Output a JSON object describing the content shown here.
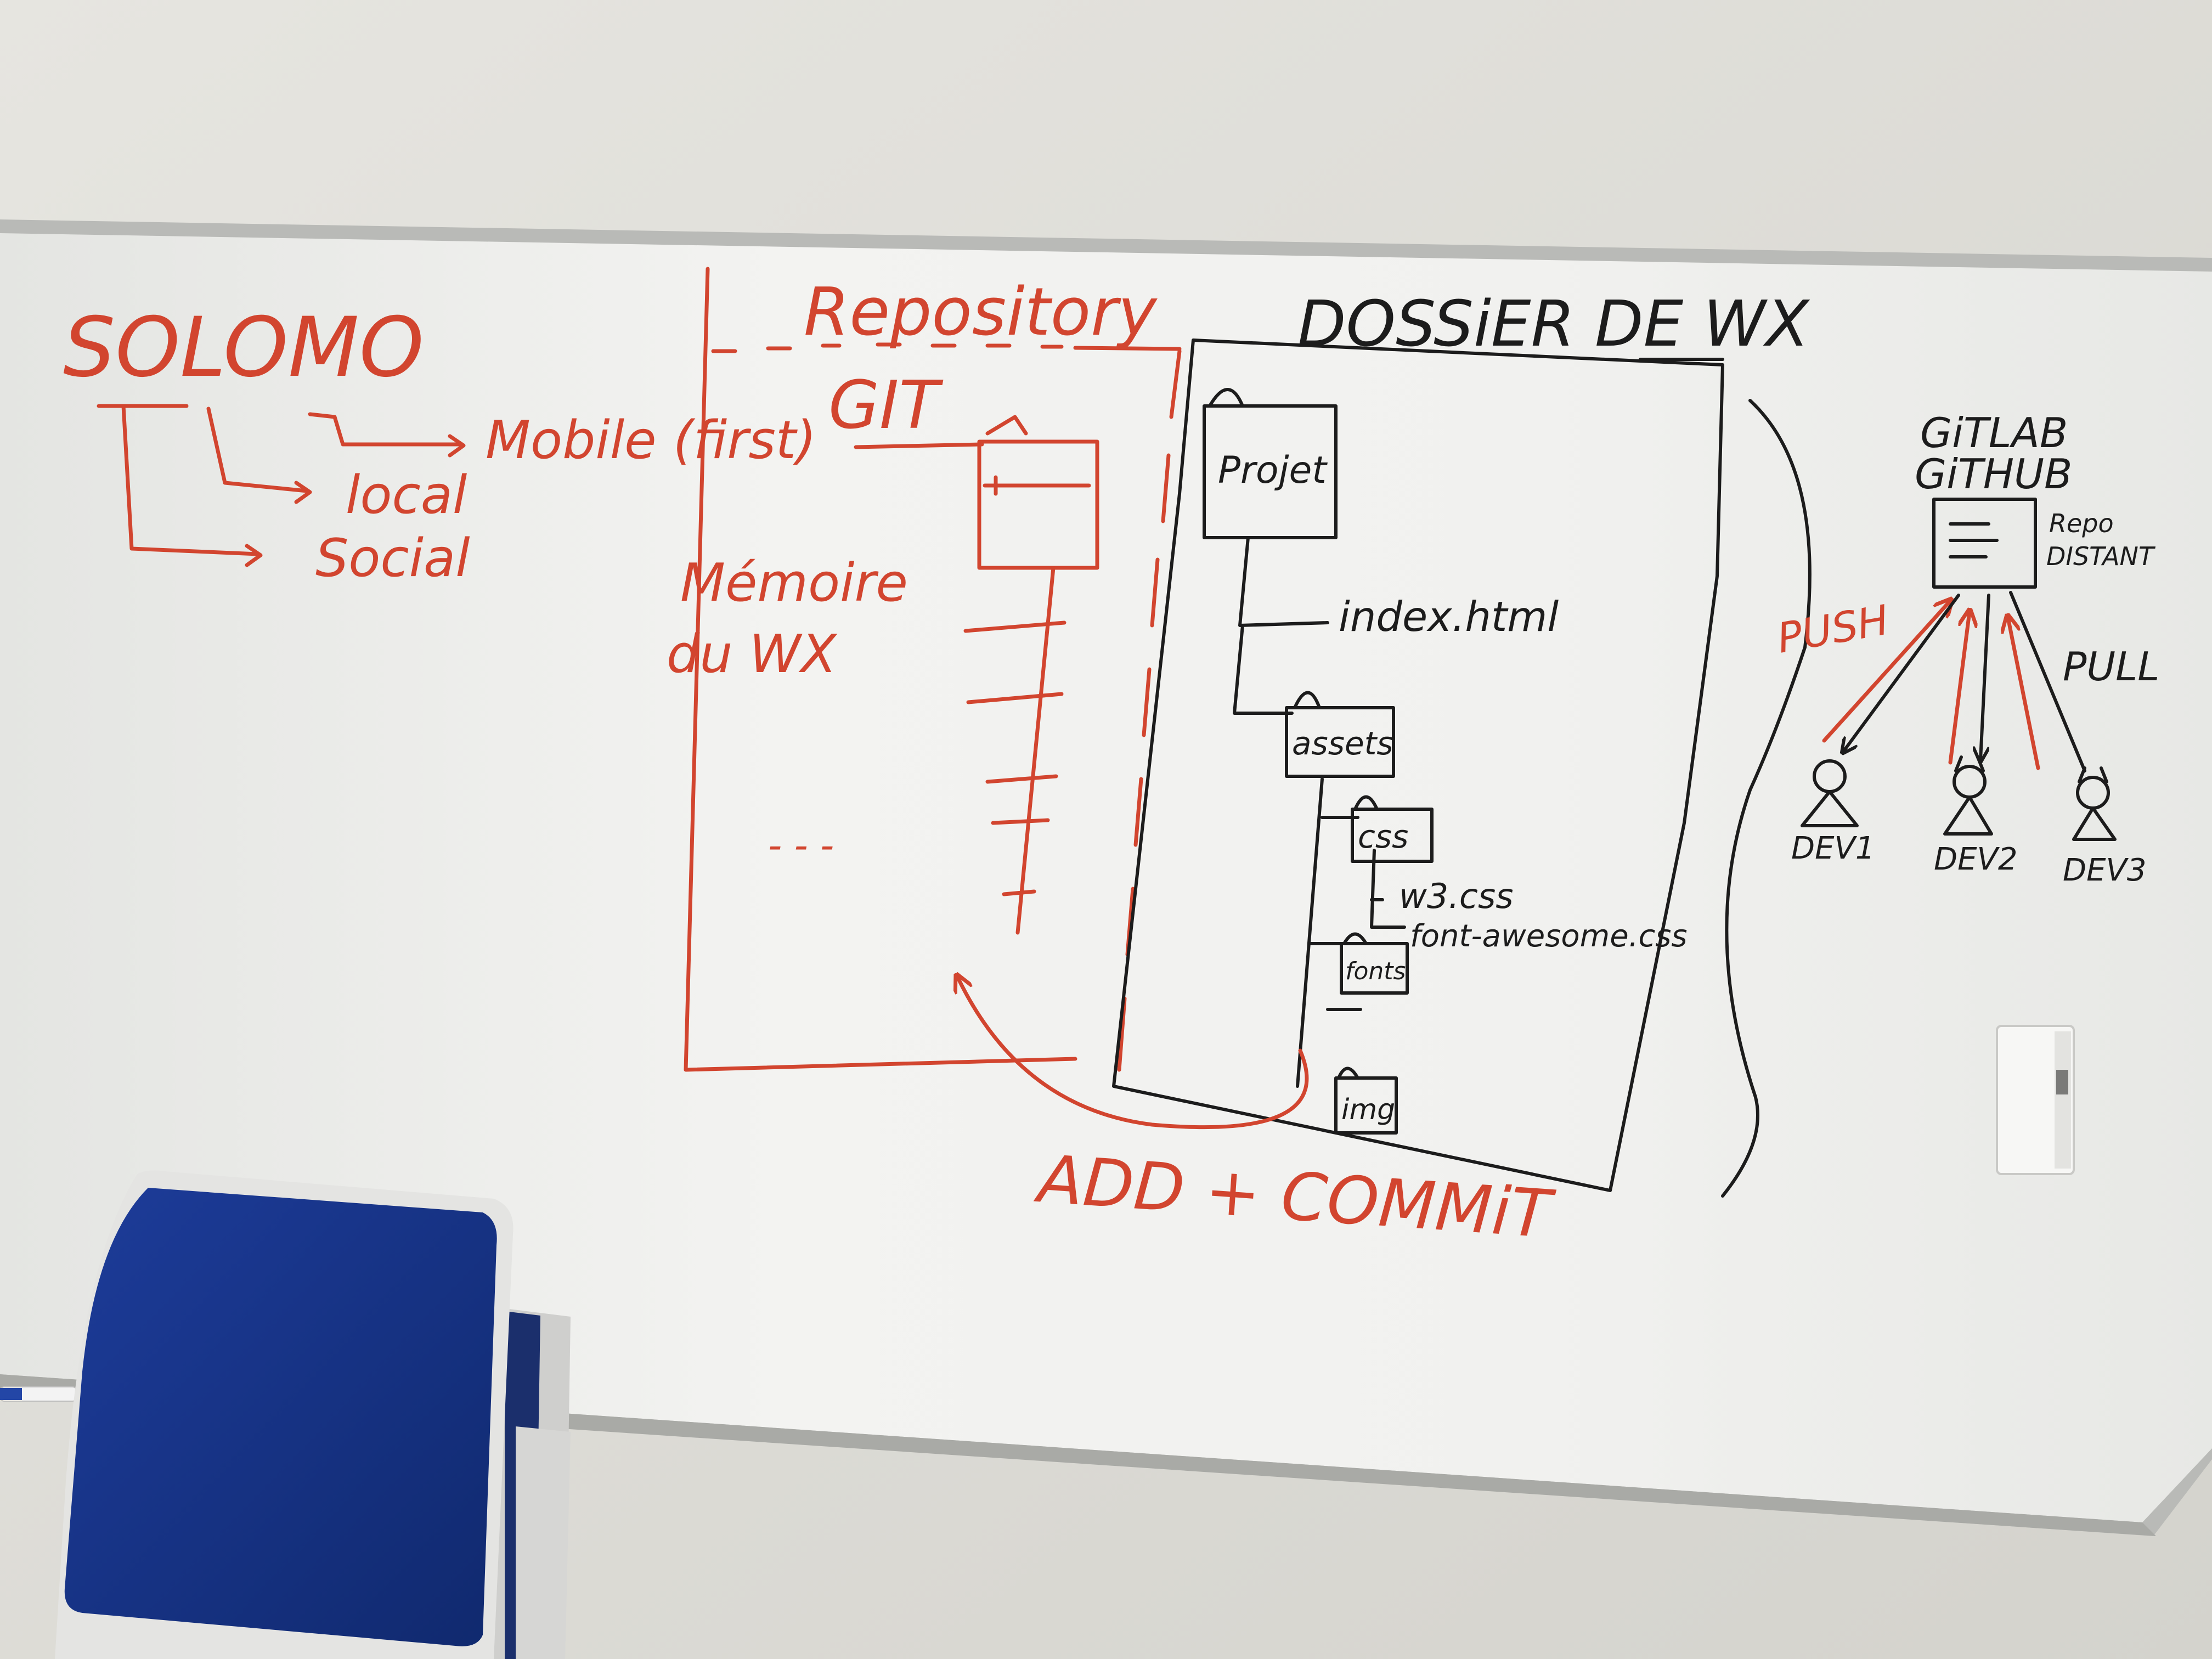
{
  "board": {
    "solomo": {
      "title": "SOLOMO",
      "items": [
        "Mobile (first)",
        "local",
        "Social"
      ]
    },
    "repository": {
      "title": "Repository",
      "subtitle": "GIT",
      "memory_line1": "Mémoire",
      "memory_line2": "du WX",
      "ellipsis": "- - -"
    },
    "working_dir": {
      "title": "DOSSiER DE WX",
      "root_folder": "Projet",
      "index_file": "index.html",
      "assets_folder": "assets",
      "css_folder": "css",
      "css_file_1": "w3.css",
      "css_file_2": "font-awesome.css",
      "fonts_folder": "fonts",
      "img_folder": "img",
      "action": "ADD + COMMiT"
    },
    "remote": {
      "title_1": "GiTLAB",
      "title_2": "GiTHUB",
      "repo_label_1": "Repo",
      "repo_label_2": "DISTANT",
      "push_label": "PUSH",
      "pull_label": "PULL",
      "devs": [
        "DEV1",
        "DEV2",
        "DEV3"
      ]
    }
  },
  "colors": {
    "marker_red": "#d2452f",
    "marker_black": "#1c1c1c",
    "whiteboard": "#f1f1ee",
    "chair_blue": "#17348a"
  }
}
